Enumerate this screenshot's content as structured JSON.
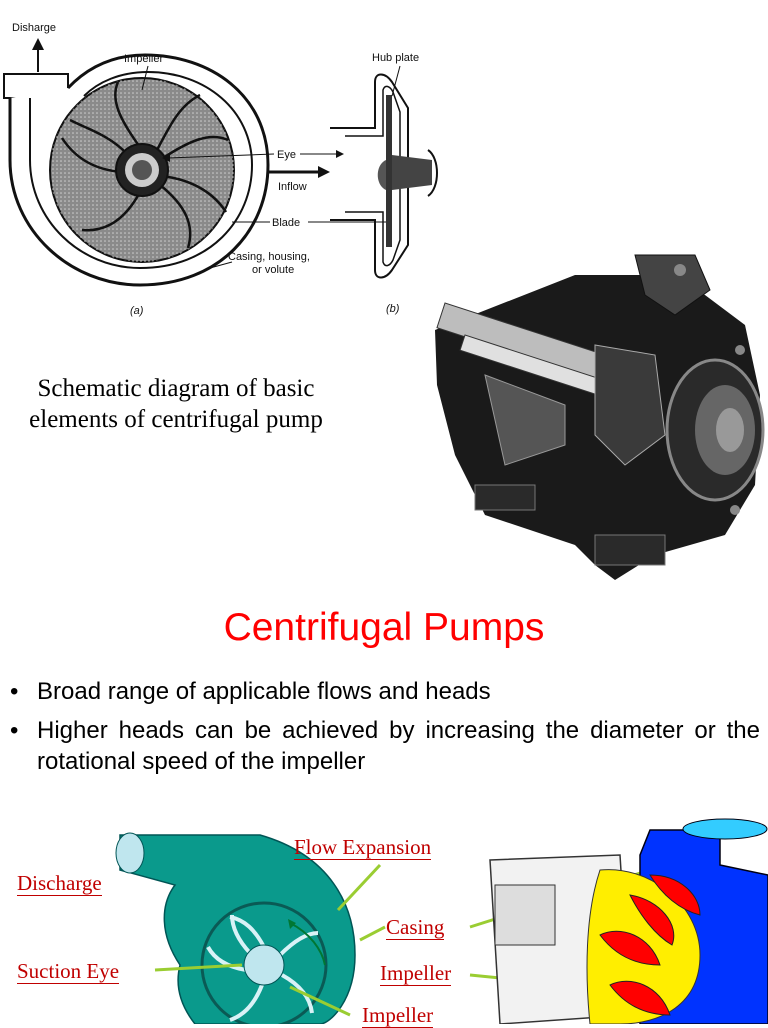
{
  "diagram_top": {
    "labels": {
      "discharge": "Disharge",
      "impeller": "Impeller",
      "hub_plate": "Hub plate",
      "eye": "Eye",
      "inflow": "Inflow",
      "blade": "Blade",
      "casing_line1": "Casing, housing,",
      "casing_line2": "or volute",
      "fig_a": "(a)",
      "fig_b": "(b)"
    }
  },
  "caption": "Schematic diagram of basic elements of centrifugal pump",
  "title": "Centrifugal Pumps",
  "bullets": [
    "Broad range of applicable flows and heads",
    "Higher heads can be achieved by increasing the diameter or the rotational speed of the impeller"
  ],
  "bullet_glyph": "•",
  "diagram_bottom": {
    "labels": {
      "flow_expansion": "Flow Expansion",
      "discharge": "Discharge",
      "casing": "Casing",
      "suction_eye": "Suction Eye",
      "impeller": "Impeller",
      "impeller_bottom": "Impeller"
    },
    "colors": {
      "label_red": "#c00000",
      "pump_teal": "#0a9a8c",
      "eye_fill": "#bfe6ee",
      "arrow_green": "#9acd32",
      "casing_blue": "#0033ff",
      "impeller_red": "#ff0000",
      "impeller_yellow": "#ffee00"
    }
  }
}
